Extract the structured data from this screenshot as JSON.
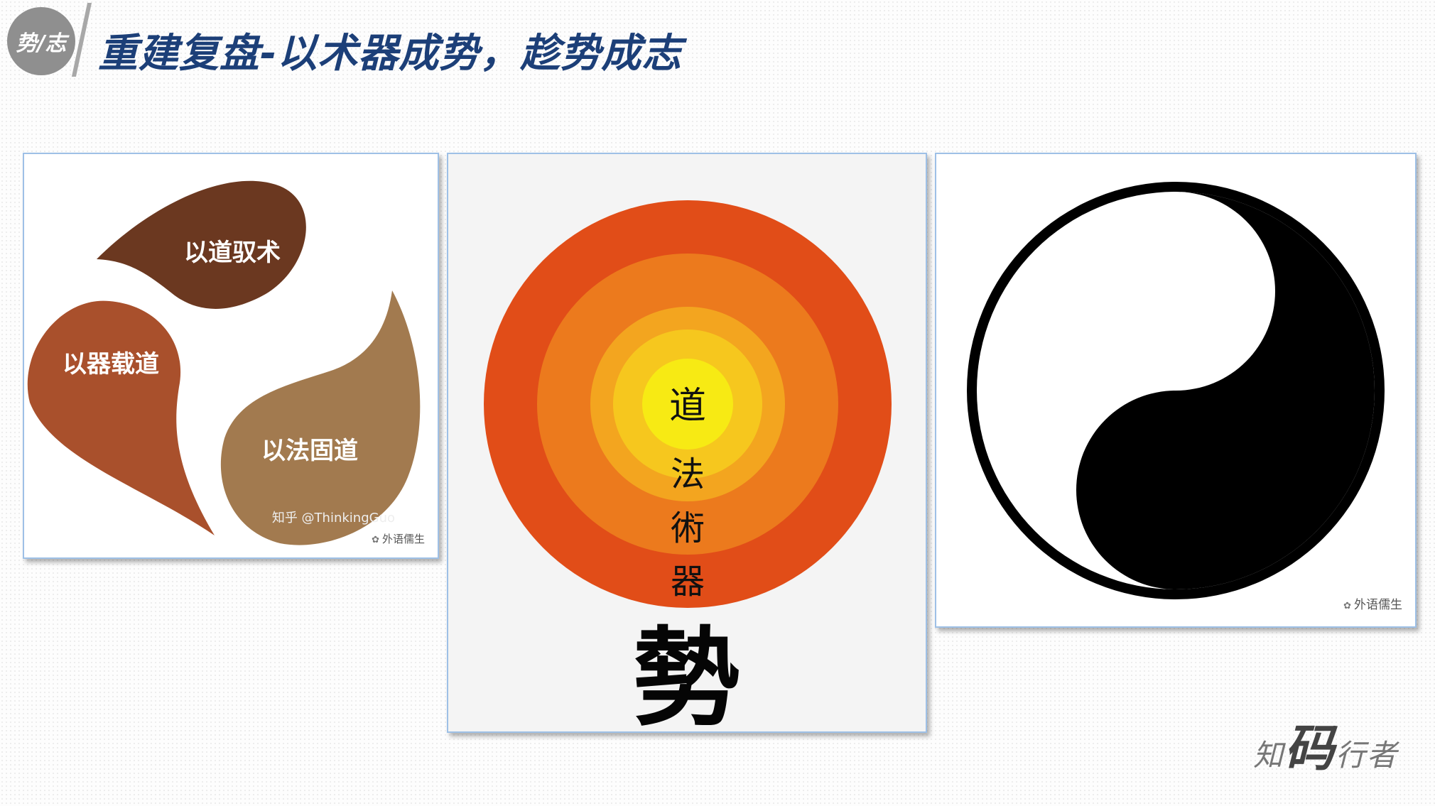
{
  "header": {
    "badge": "势/志",
    "title": "重建复盘-以术器成势，趁势成志"
  },
  "panel_triad": {
    "label_top": "以道驭术",
    "label_left": "以器载道",
    "label_right": "以法固道",
    "zhihu_credit": "知乎 @ThinkingGuo",
    "watermark": "外语儒生",
    "colors": {
      "top": "#6b3820",
      "left": "#a9502c",
      "right": "#a27a4f"
    }
  },
  "panel_circles": {
    "rings": [
      "道",
      "法",
      "術",
      "器"
    ],
    "big_char": "勢",
    "colors": [
      "#e14d18",
      "#ec7a1d",
      "#f3a51f",
      "#f6c71e",
      "#f7ea14"
    ]
  },
  "panel_yinyang": {
    "watermark": "外语儒生",
    "icon": "yin-yang-icon"
  },
  "footer": {
    "logo_pre": "知",
    "logo_big": "码",
    "logo_post": "行者"
  }
}
